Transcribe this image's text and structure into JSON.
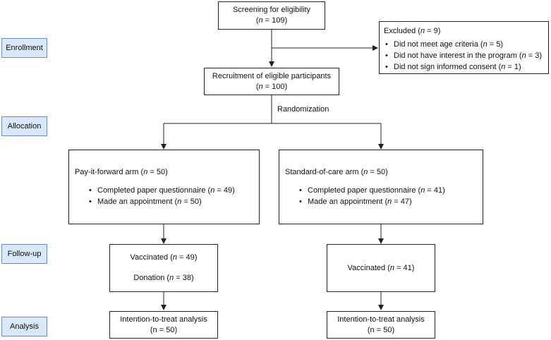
{
  "stages": {
    "enrollment": "Enrollment",
    "allocation": "Allocation",
    "followup": "Follow-up",
    "analysis": "Analysis"
  },
  "screening": {
    "title": "Screening for eligibility",
    "n_prefix": "(",
    "n_var": "n",
    "n_value": " = 109)"
  },
  "excluded": {
    "title": "Excluded (",
    "n_var": "n",
    "n_value": " = 9)",
    "items": [
      {
        "text": "Did not meet age criteria (",
        "n_var": "n",
        "n_value": " = 5)"
      },
      {
        "text": "Did not have interest in the program (",
        "n_var": "n",
        "n_value": " = 3)"
      },
      {
        "text": "Did not sign informed consent (",
        "n_var": "n",
        "n_value": " = 1)"
      }
    ]
  },
  "recruitment": {
    "title": "Recruitment of eligible participants",
    "n_prefix": "(",
    "n_var": "n",
    "n_value": " = 100)"
  },
  "randomization": "Randomization",
  "pay_arm": {
    "title": "Pay-it-forward arm (",
    "n_var": "n",
    "n_value": " = 50)",
    "items": [
      {
        "text": "Completed paper questionnaire (",
        "n_var": "n",
        "n_value": " = 49)"
      },
      {
        "text": "Made an appointment (",
        "n_var": "n",
        "n_value": " = 50)"
      }
    ]
  },
  "soc_arm": {
    "title": "Standard-of-care arm (",
    "n_var": "n",
    "n_value": " = 50)",
    "items": [
      {
        "text": "Completed paper questionnaire (",
        "n_var": "n",
        "n_value": " = 41)"
      },
      {
        "text": "Made an appointment (",
        "n_var": "n",
        "n_value": " = 47)"
      }
    ]
  },
  "pay_followup": {
    "vaccinated": "Vaccinated (",
    "vac_var": "n",
    "vac_value": " = 49)",
    "donation": "Donation (",
    "don_var": "n",
    "don_value": " = 38)"
  },
  "soc_followup": {
    "vaccinated": "Vaccinated (",
    "vac_var": "n",
    "vac_value": " = 41)"
  },
  "pay_analysis": {
    "title": "Intention-to-treat analysis",
    "n_text": "(n = 50)"
  },
  "soc_analysis": {
    "title": "Intention-to-treat analysis",
    "n_text": "(n = 50)"
  }
}
